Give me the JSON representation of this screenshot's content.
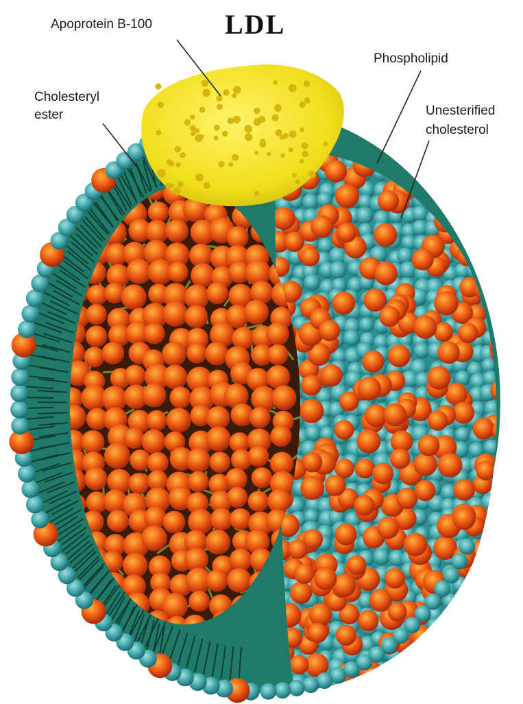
{
  "title": "LDL",
  "labels": {
    "apoprotein": "Apoprotein B-100",
    "cholesteryl_1": "Cholesteryl",
    "cholesteryl_2": "ester",
    "phospholipid": "Phospholipid",
    "unesterified_1": "Unesterified",
    "unesterified_2": "cholesterol"
  },
  "colors": {
    "shell_teal": "#1f7a68",
    "phospholipid_head": "#3fa7a8",
    "cholesterol_orange": "#e8541a",
    "apoprotein_yellow": "#f2e31f",
    "core_dark": "#3a1a08"
  }
}
